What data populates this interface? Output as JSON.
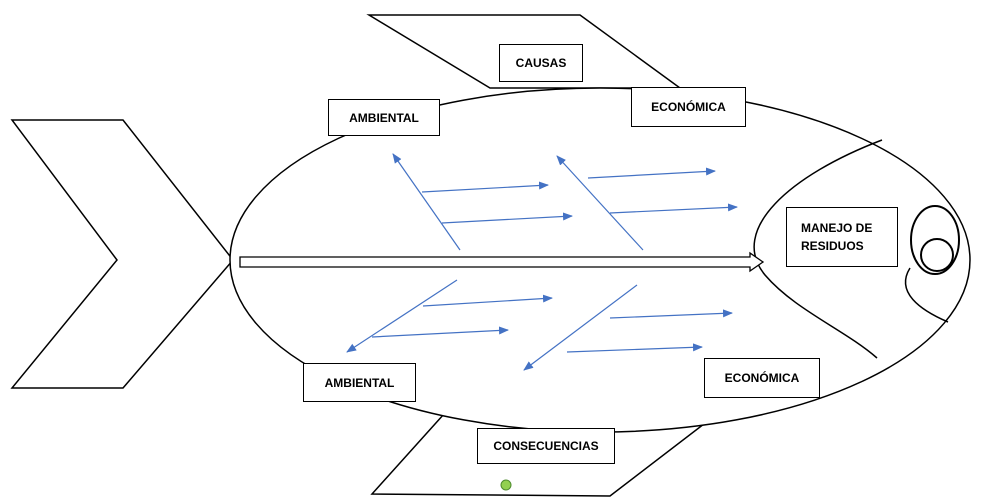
{
  "diagram": {
    "type": "fishbone",
    "effect": "MANEJO DE RESIDUOS",
    "causes_title": "CAUSAS",
    "consequences_title": "CONSECUENCIAS",
    "upper": {
      "left": "AMBIENTAL",
      "right": "ECONÓMICA"
    },
    "lower": {
      "left": "AMBIENTAL",
      "right": "ECONÓMICA"
    }
  },
  "colors": {
    "outline": "#000000",
    "arrows": "#4472C4",
    "dot_fill": "#92D050",
    "dot_stroke": "#4E8A2E"
  }
}
